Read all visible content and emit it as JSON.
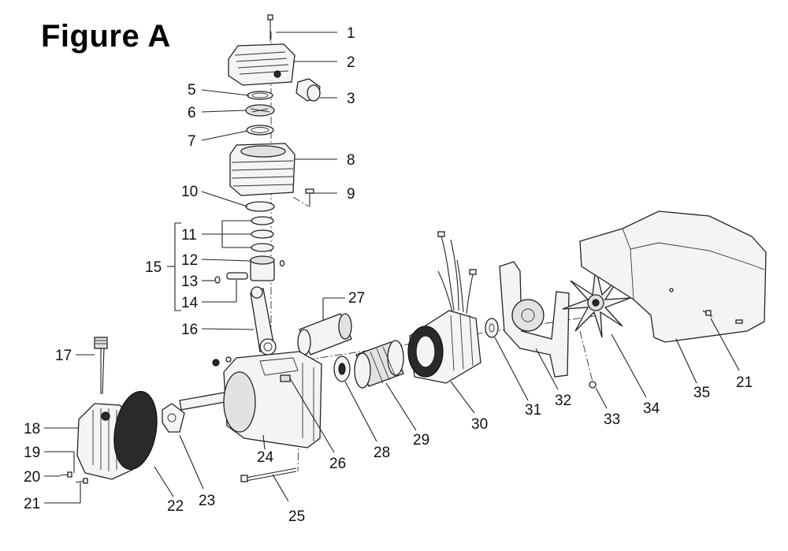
{
  "figure": {
    "title": "Figure A"
  },
  "callouts": {
    "c1": "1",
    "c2": "2",
    "c3": "3",
    "c5": "5",
    "c6": "6",
    "c7": "7",
    "c8": "8",
    "c9": "9",
    "c10": "10",
    "c11": "11",
    "c12": "12",
    "c13": "13",
    "c14": "14",
    "c15": "15",
    "c16": "16",
    "c17": "17",
    "c18": "18",
    "c19": "19",
    "c20": "20",
    "c21a": "21",
    "c21b": "21",
    "c22": "22",
    "c23": "23",
    "c24": "24",
    "c25": "25",
    "c26": "26",
    "c27": "27",
    "c28": "28",
    "c29": "29",
    "c30": "30",
    "c31": "31",
    "c32": "32",
    "c33": "33",
    "c34": "34",
    "c35": "35"
  }
}
